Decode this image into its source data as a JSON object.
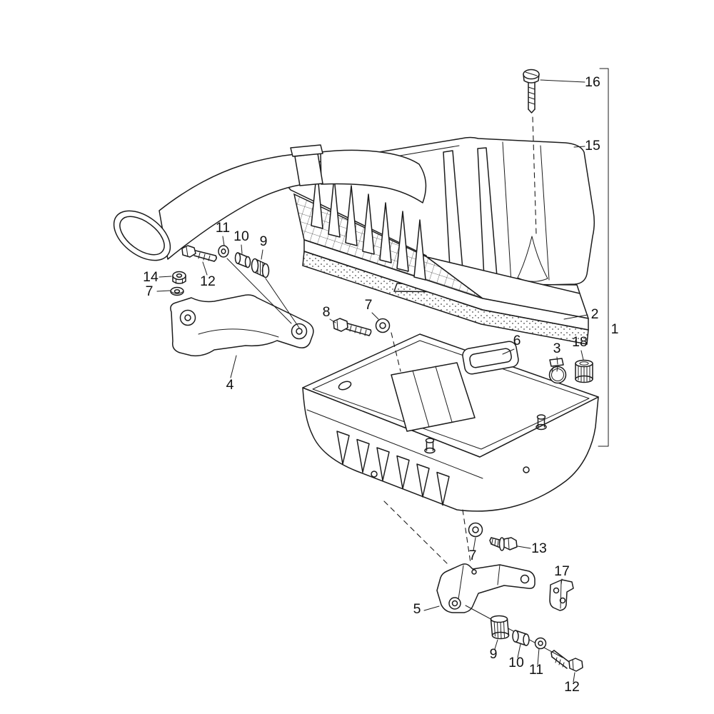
{
  "diagram": {
    "background_color": "#ffffff",
    "line_color": "#1c1c1c",
    "label_color": "#111111",
    "callouts": [
      {
        "text": "16"
      },
      {
        "text": "15"
      },
      {
        "text": "2"
      },
      {
        "text": "1"
      },
      {
        "text": "11"
      },
      {
        "text": "10"
      },
      {
        "text": "9"
      },
      {
        "text": "14"
      },
      {
        "text": "7"
      },
      {
        "text": "12"
      },
      {
        "text": "4"
      },
      {
        "text": "8"
      },
      {
        "text": "7"
      },
      {
        "text": "6"
      },
      {
        "text": "3"
      },
      {
        "text": "18"
      },
      {
        "text": "13"
      },
      {
        "text": "7"
      },
      {
        "text": "5"
      },
      {
        "text": "17"
      },
      {
        "text": "9"
      },
      {
        "text": "10"
      },
      {
        "text": "11"
      },
      {
        "text": "12"
      }
    ]
  }
}
